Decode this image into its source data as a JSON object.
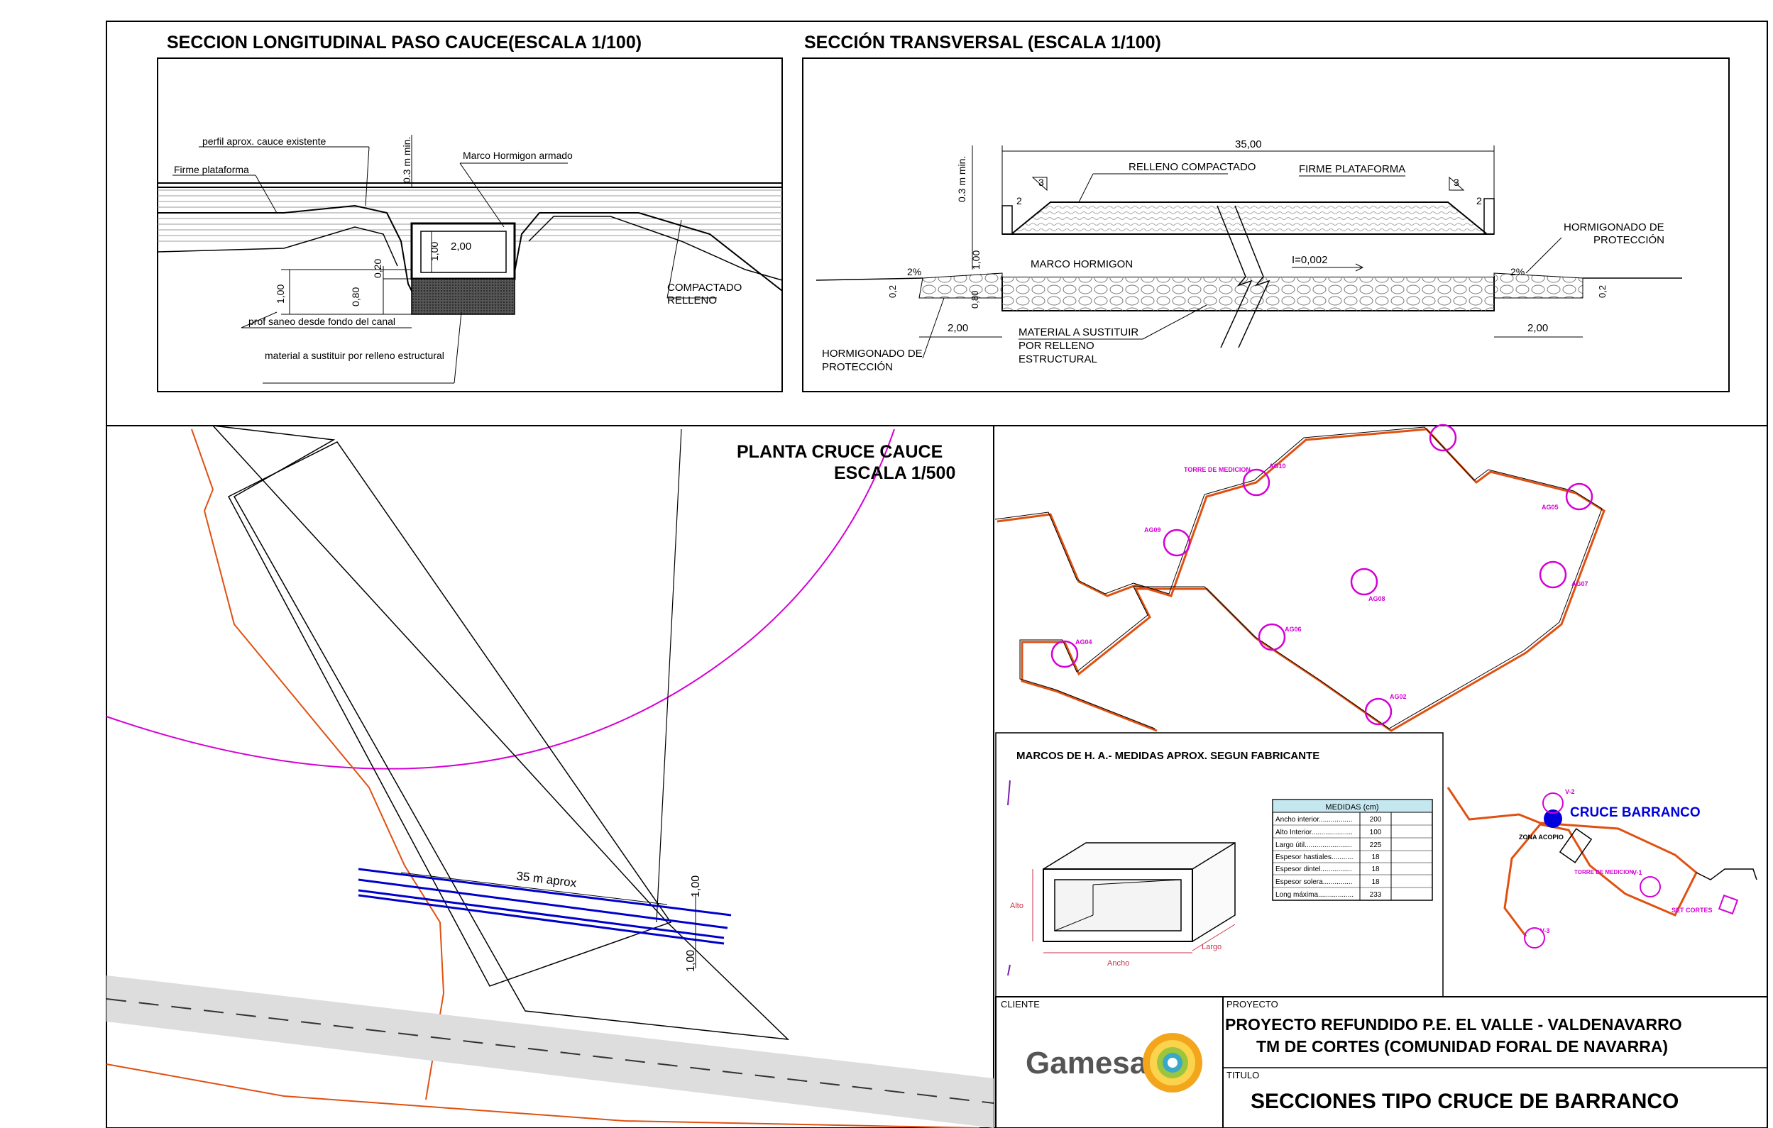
{
  "long_section": {
    "title": "SECCION LONGITUDINAL PASO CAUCE(ESCALA 1/100)",
    "labels": {
      "perfil": "perfil aprox. cauce existente",
      "firme": "Firme plataforma",
      "min": "0.3 m min.",
      "marco": "Marco Hormigon armado",
      "ancho": "2,00",
      "alto": "1,00",
      "d020": "0,20",
      "d080": "0,80",
      "d100": "1,00",
      "compactado": "COMPACTADO",
      "relleno": "RELLENO",
      "prof": "prof saneo desde fondo del canal",
      "material": "material a sustituir por relleno estructural"
    }
  },
  "trans_section": {
    "title": "SECCIÓN TRANSVERSAL  (ESCALA 1/100)",
    "labels": {
      "ancho_total": "35,00",
      "relleno": "RELLENO COMPACTADO",
      "firme": "FIRME PLATAFORMA",
      "slope_h": "3",
      "slope_v": "2",
      "min": "0.3 m min.",
      "d100": "1,00",
      "d080": "0,80",
      "d02": "0,2",
      "marco": "MARCO HORMIGON",
      "pendiente": "I=0,002",
      "pct": "2%",
      "horm1": "HORMIGONADO DE",
      "horm2": "PROTECCIÓN",
      "horm_l1": "HORMIGONADO DE",
      "horm_l2": "PROTECCIÓN",
      "d200": "2,00",
      "mat1": "MATERIAL A SUSTITUIR",
      "mat2": "POR RELLENO",
      "mat3": "ESTRUCTURAL"
    }
  },
  "plan": {
    "title": "PLANTA  CRUCE CAUCE",
    "scale": "ESCALA 1/500",
    "length": "35 m aprox",
    "d1": "1,00",
    "d2": "1,00"
  },
  "map": {
    "labels": [
      "AG10",
      "AG09",
      "AG05",
      "AG07",
      "AG08",
      "AG06",
      "AG04",
      "AG02",
      "TORRE DE MEDICION"
    ],
    "cruce": "CRUCE BARRANCO",
    "zona": "ZONA ACOPIO",
    "torre2": "TORRE DE MEDICION",
    "v1": "V-1",
    "v2": "V-2",
    "v3": "V-3",
    "set": "SET CORTES"
  },
  "marcos": {
    "title": "MARCOS DE H. A.- MEDIDAS APROX. SEGUN FABRICANTE",
    "table_header": "MEDIDAS (cm)",
    "rows": [
      [
        "Ancho interior.................",
        "200"
      ],
      [
        "Alto Interior.....................",
        "100"
      ],
      [
        "Largo útil........................",
        "225"
      ],
      [
        "Espesor hastiales...........",
        "18"
      ],
      [
        "Espesor dintel................",
        "18"
      ],
      [
        "Espesor solera...............",
        "18"
      ],
      [
        "Long máxima..................",
        "233"
      ]
    ],
    "dims": {
      "alto": "Alto",
      "ancho": "Ancho",
      "largo": "Largo"
    }
  },
  "title_block": {
    "cliente_label": "CLIENTE",
    "proyecto_label": "PROYECTO",
    "titulo_label": "TITULO",
    "logo_text": "Gamesa",
    "proyecto_line1": "PROYECTO REFUNDIDO P.E. EL VALLE - VALDENAVARRO",
    "proyecto_line2": "TM DE CORTES (COMUNIDAD FORAL DE NAVARRA)",
    "titulo": "SECCIONES TIPO CRUCE DE BARRANCO"
  }
}
